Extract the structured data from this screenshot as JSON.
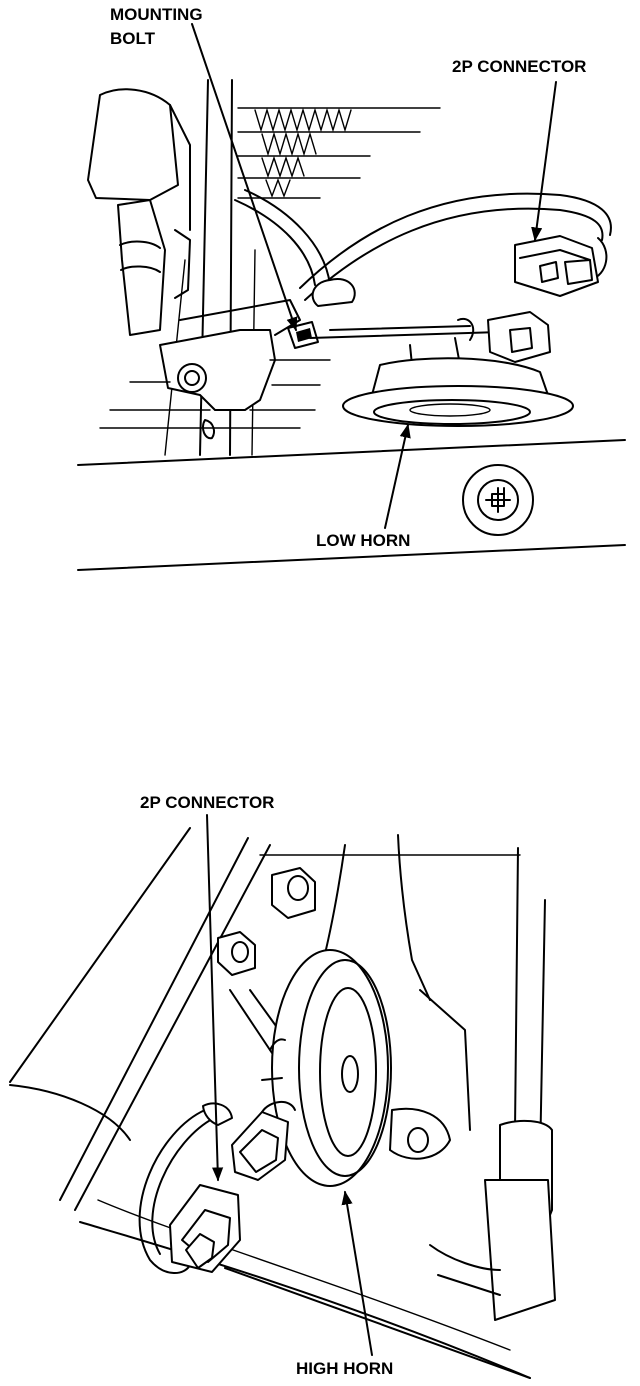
{
  "upper_figure": {
    "labels": {
      "mounting_bolt_line1": "MOUNTING",
      "mounting_bolt_line2": "BOLT",
      "connector": "2P CONNECTOR",
      "horn": "LOW HORN"
    }
  },
  "lower_figure": {
    "labels": {
      "connector": "2P CONNECTOR",
      "horn": "HIGH HORN"
    }
  },
  "colors": {
    "ink": "#000000",
    "paper": "#ffffff"
  }
}
